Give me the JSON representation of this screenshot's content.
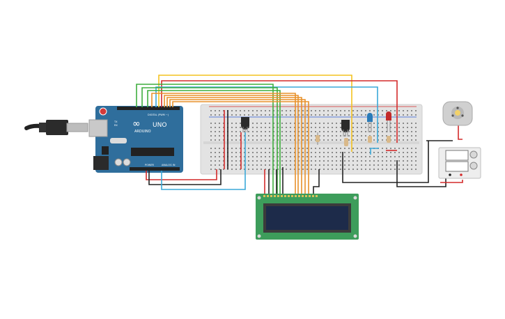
{
  "arduino": {
    "logo": "∞",
    "board_name": "UNO",
    "brand": "ARDUINO",
    "digital_label": "DIGITAL (PWM ~)",
    "power_label": "POWER",
    "analog_label": "ANALOG IN",
    "led_tx": "TX",
    "led_rx": "RX"
  },
  "colors": {
    "arduino_board": "#2f6e9c",
    "lcd_pcb": "#3d9d5b",
    "lcd_screen": "#1d2b4a",
    "breadboard": "#e5e5e5",
    "wire_yellow": "#f4c21f",
    "wire_orange": "#e8912a",
    "wire_green": "#3fae3f",
    "wire_red": "#d42a2a",
    "wire_blue": "#3aa8d8",
    "wire_black": "#222222",
    "wire_teal": "#2ab0b8"
  },
  "components": {
    "temperature_sensor": "tmp-sensor",
    "transistor": "npn-transistor",
    "led_blue": "blue-led",
    "led_red": "red-led",
    "dc_motor": "dc-motor",
    "power_supply": "battery-pack",
    "lcd": "lcd-16x2"
  }
}
